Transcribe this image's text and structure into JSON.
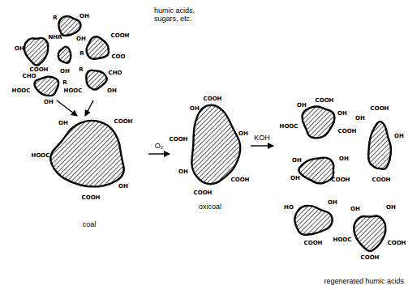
{
  "diagram": {
    "nodes": [
      {
        "text": [
          "humic acids, sugars, etc."
        ]
      },
      {
        "text": [
          "coal"
        ]
      },
      {
        "text": [
          "oxicoal"
        ]
      },
      {
        "text": [
          "regenerated humic acids"
        ]
      }
    ],
    "edges": [
      {
        "from": 0,
        "to": 1,
        "arrow": "to"
      },
      {
        "from": 1,
        "to": 2,
        "label": "O₂",
        "arrow": "to"
      },
      {
        "from": 2,
        "to": 3,
        "label": "KOH",
        "arrow": "to"
      }
    ],
    "labels": [
      "R",
      "OH",
      "OH",
      "NHR",
      "COOH",
      "OH",
      "COOH",
      "OH",
      "R",
      "COO",
      "R",
      "CHO",
      "OH",
      "HOOC",
      "CHO",
      "HOOC",
      "OH",
      "R",
      "OH",
      "COOH",
      "HOOC",
      "COOH",
      "OH",
      "COOH",
      "OH",
      "OH",
      "COOH",
      "COOH",
      "OH",
      "COOH",
      "COOH",
      "OH",
      "OH",
      "HOOC",
      "COOH",
      "OH",
      "OH",
      "COOH",
      "OH",
      "COOH",
      "OH",
      "OH",
      "COOH",
      "HO",
      "OH",
      "COOH",
      "OH",
      "OH",
      "HOOC",
      "COOH",
      "COOH"
    ]
  }
}
